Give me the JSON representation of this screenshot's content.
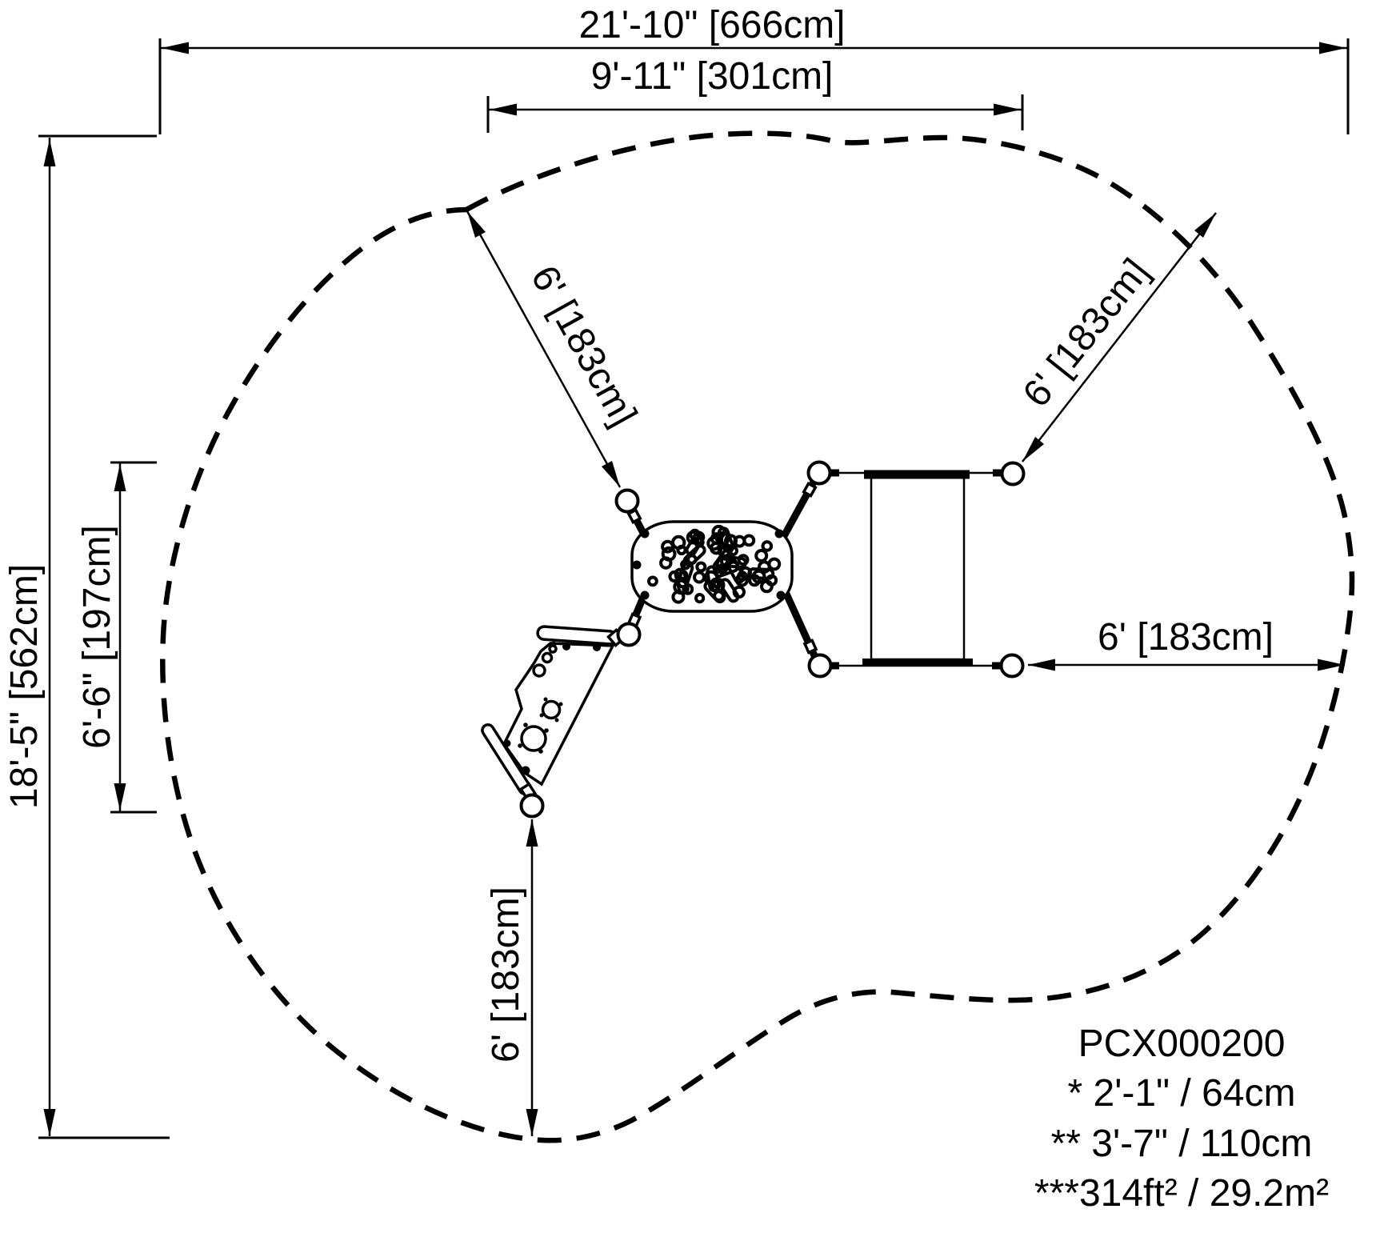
{
  "colors": {
    "ink": "#000000",
    "paper": "#ffffff"
  },
  "dimensions": {
    "overall_width": "21'-10\" [666cm]",
    "platform_width": "9'-11\" [301cm]",
    "overall_depth": "18'-5\" [562cm]",
    "platform_depth": "6'-6\" [197cm]",
    "use_zone_upper_left": "6' [183cm]",
    "use_zone_upper_right": "6' [183cm]",
    "use_zone_right": "6' [183cm]",
    "use_zone_bottom": "6' [183cm]"
  },
  "info_block": {
    "model": "PCX000200",
    "note_1": "* 2'-1\" / 64cm",
    "note_2": "** 3'-7\" / 110cm",
    "note_3": "***314ft² / 29.2m²"
  }
}
